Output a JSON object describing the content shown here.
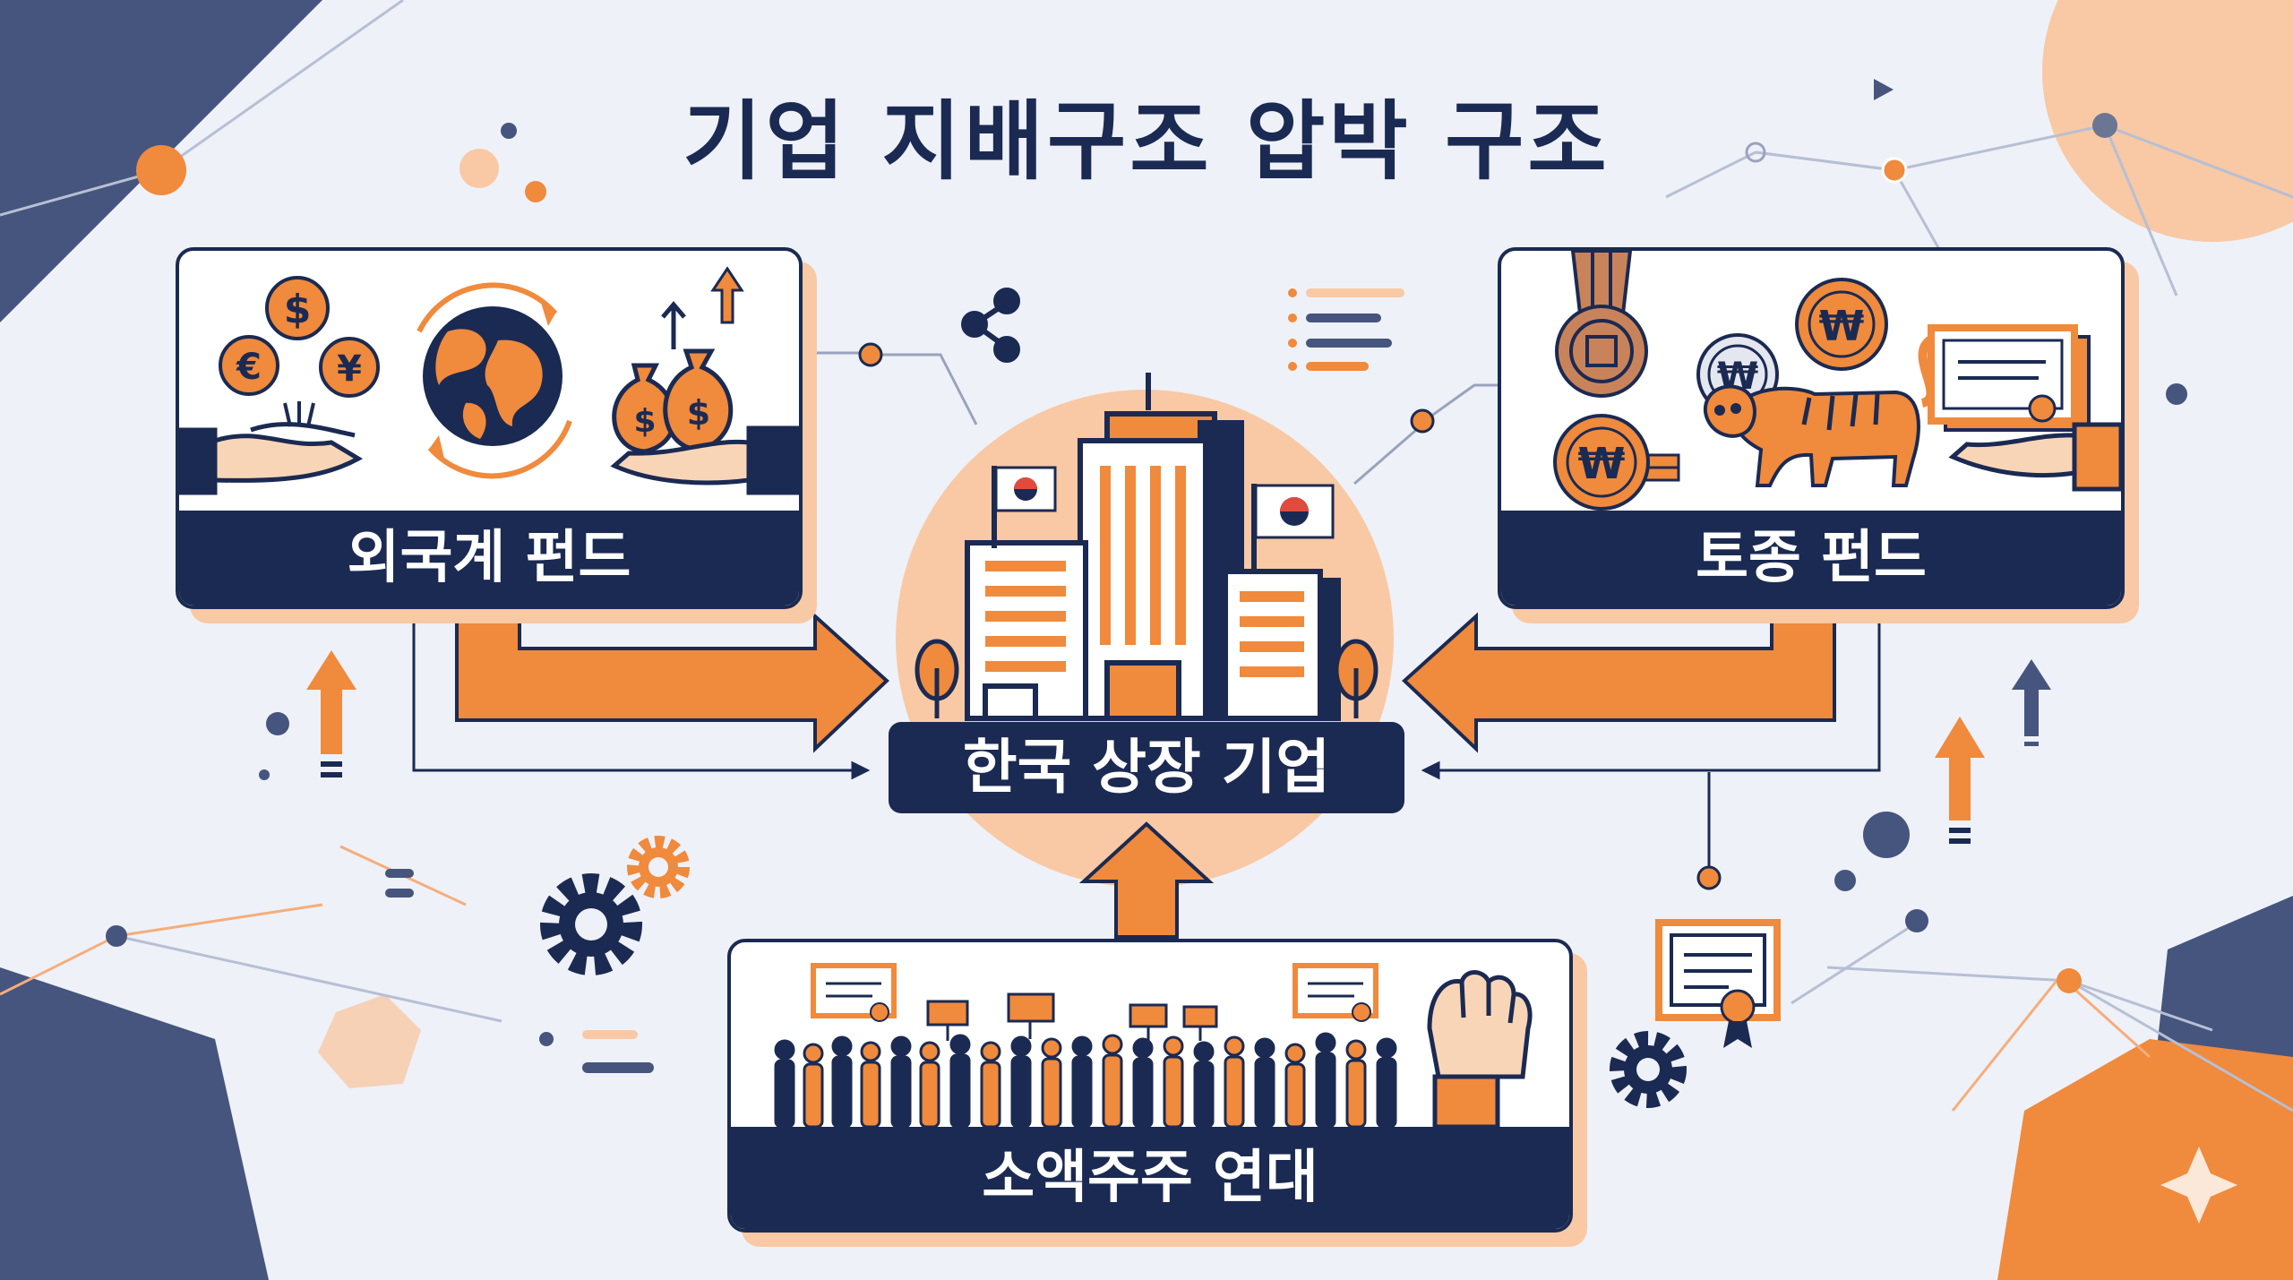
{
  "title": "기업 지배구조 압박 구조",
  "nodes": {
    "foreign_fund": "외국계 펀드",
    "local_fund": "토종 펀드",
    "company": "한국 상장 기업",
    "minority": "소액주주 연대"
  },
  "currency_symbols": {
    "dollar": "$",
    "euro": "€",
    "yen": "¥",
    "won": "₩"
  },
  "colors": {
    "navy": "#1b2a52",
    "orange": "#f08a3c",
    "peach": "#f8c9a4",
    "background": "#eef1f8"
  },
  "icons": [
    "coin-icon",
    "globe-icon",
    "money-bag-icon",
    "hand-icon",
    "won-coin-icon",
    "tiger-icon",
    "certificate-icon",
    "building-icon",
    "korean-flag-icon",
    "protest-crowd-icon",
    "fist-icon",
    "gear-icon",
    "arrow-icon"
  ]
}
